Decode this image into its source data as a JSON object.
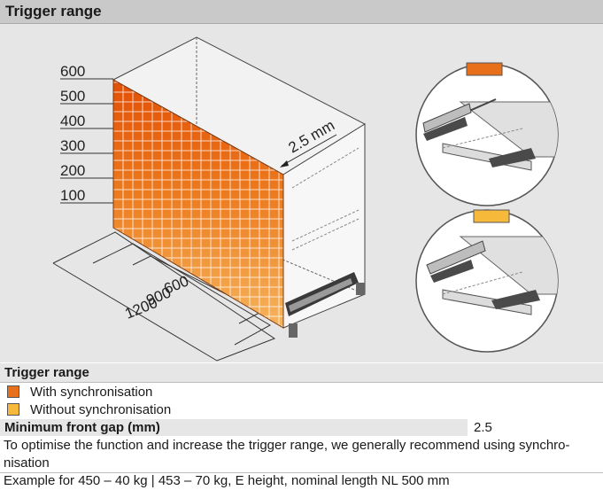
{
  "header": {
    "title": "Trigger range"
  },
  "figure": {
    "height_labels": [
      "600",
      "500",
      "400",
      "300",
      "200",
      "100"
    ],
    "depth_labels": [
      "600",
      "900",
      "1200"
    ],
    "gap_label": "2.5 mm"
  },
  "legend": {
    "title": "Trigger range",
    "items": [
      {
        "label": "With synchronisation",
        "color": "#e8701a"
      },
      {
        "label": "Without synchronisation",
        "color": "#f6b93a"
      }
    ]
  },
  "min_gap": {
    "label": "Minimum front gap (mm)",
    "value": "2.5"
  },
  "note": "To optimise the function and increase the trigger range, we generally recommend using synchro-nisation",
  "example": "Example for 450 – 40 kg | 453 – 70 kg, E height, nominal length NL 500 mm"
}
